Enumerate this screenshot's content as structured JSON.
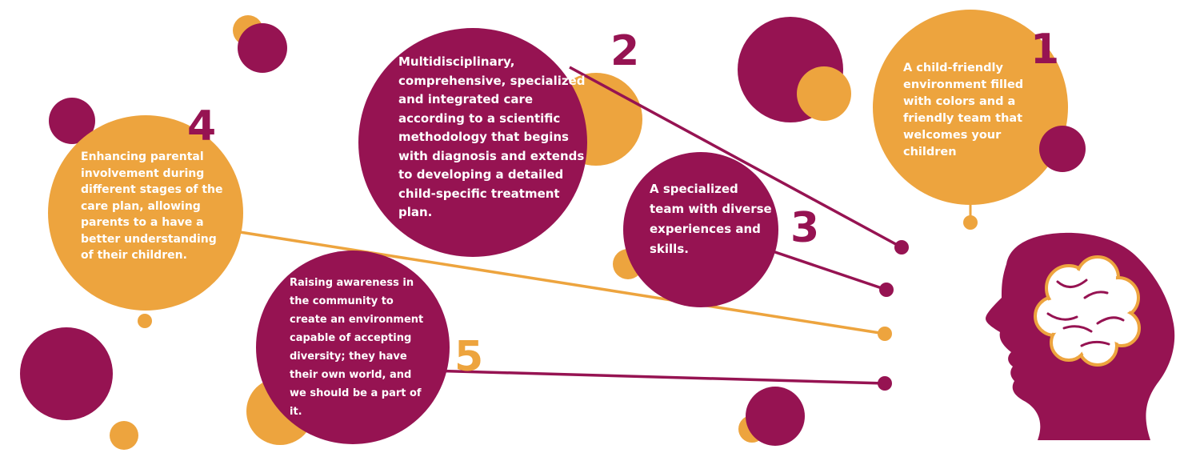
{
  "colors": {
    "purple": "#961352",
    "orange": "#eda43e",
    "white": "#ffffff"
  },
  "items": [
    {
      "number": "1",
      "text": "A child-friendly environment filled with colors and a friendly team that welcomes your children"
    },
    {
      "number": "2",
      "text": "Multidisciplinary, comprehensive, specialized and integrated care according to a scientific methodology that begins with diagnosis and extends to developing a detailed child-specific treatment plan."
    },
    {
      "number": "3",
      "text": "A specialized team with diverse experiences and skills."
    },
    {
      "number": "4",
      "text": "Enhancing parental involvement during different stages of the care plan, allowing parents to a have a better understanding of their children."
    },
    {
      "number": "5",
      "text": "Raising awareness in the community to create an environment capable of accepting diversity; they have their own world, and we should be a part of it."
    }
  ],
  "icons": {
    "head": "child-head-brain-icon"
  }
}
